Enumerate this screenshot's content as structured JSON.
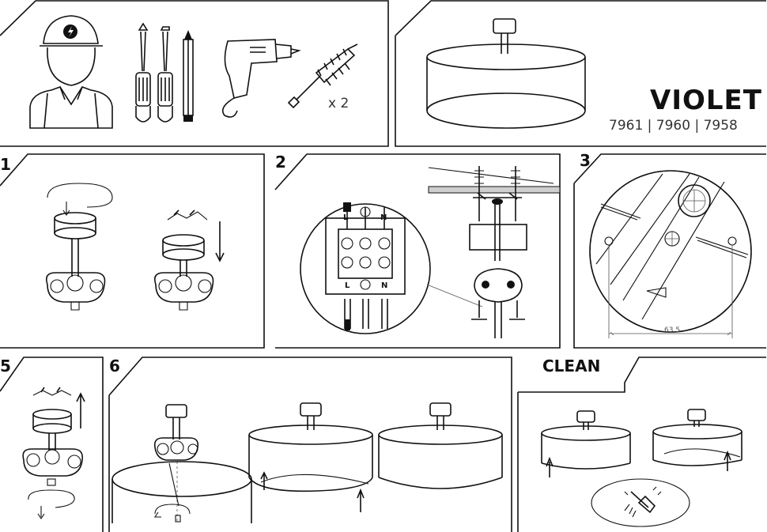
{
  "header": {
    "quantity_label": "x 2",
    "product_name": "VIOLET",
    "model_numbers": "7961 | 7960 | 7958"
  },
  "steps": {
    "step1": "1",
    "step2": "2",
    "step3": "3",
    "step5": "5",
    "step6": "6",
    "clean": "CLEAN"
  },
  "wiring": {
    "top_left": "L",
    "top_mid": "⏚",
    "top_right": "N",
    "bottom_left": "L",
    "bottom_mid": "⏚",
    "bottom_right": "N"
  },
  "dimension": "63,5",
  "icons": [
    "electrician-icon",
    "screwdriver-icon",
    "pencil-icon",
    "drill-icon",
    "wall-plug-icon",
    "cleaning-brush-icon"
  ]
}
